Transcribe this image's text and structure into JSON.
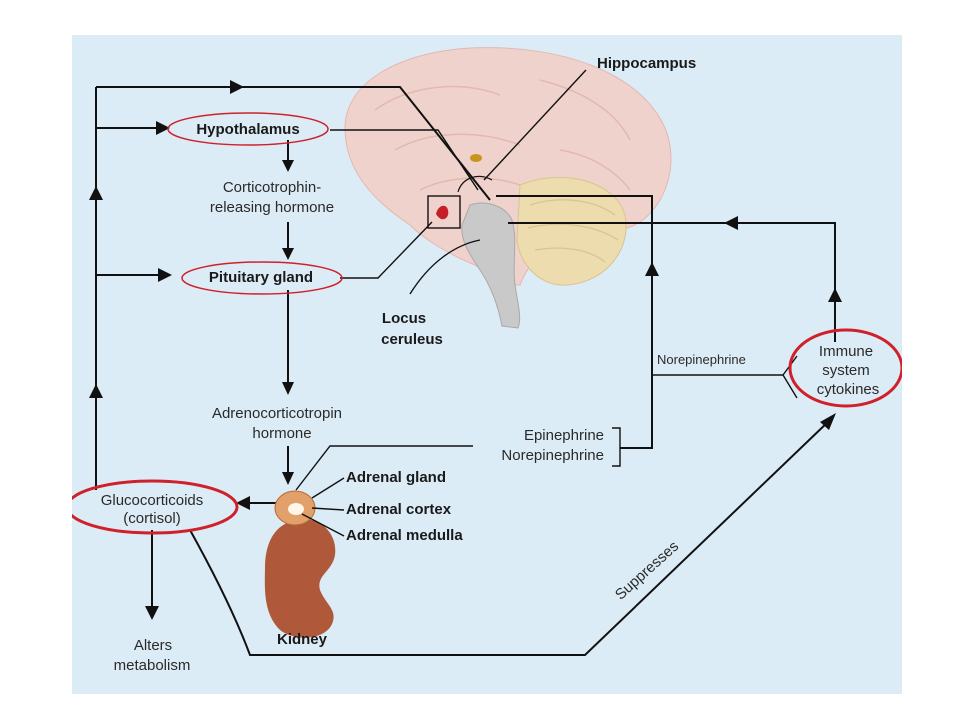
{
  "labels": {
    "hippocampus": "Hippocampus",
    "hypothalamus": "Hypothalamus",
    "crh_line1": "Corticotrophin-",
    "crh_line2": "releasing hormone",
    "pituitary": "Pituitary gland",
    "locus_line1": "Locus",
    "locus_line2": "ceruleus",
    "acth_line1": "Adrenocorticotropin",
    "acth_line2": "hormone",
    "epinephrine": "Epinephrine",
    "norepinephrine": "Norepinephrine",
    "norepinephrine_side": "Norepinephrine",
    "adrenal_gland": "Adrenal gland",
    "adrenal_cortex": "Adrenal cortex",
    "adrenal_medulla": "Adrenal medulla",
    "gluco_line1": "Glucocorticoids",
    "gluco_line2": "(cortisol)",
    "immune_line1": "Immune",
    "immune_line2": "system",
    "immune_line3": "cytokines",
    "kidney": "Kidney",
    "alters_line1": "Alters",
    "alters_line2": "metabolism",
    "suppresses": "Suppresses"
  },
  "colors": {
    "background": "#dcecf6",
    "highlight_ring": "#d0202a",
    "brain": "#f0d2cc",
    "cerebellum": "#ecdcae",
    "brainstem": "#c9c9c9",
    "kidney": "#b0583a",
    "adrenal": "#e2a06a",
    "locus": "#c81e28"
  }
}
